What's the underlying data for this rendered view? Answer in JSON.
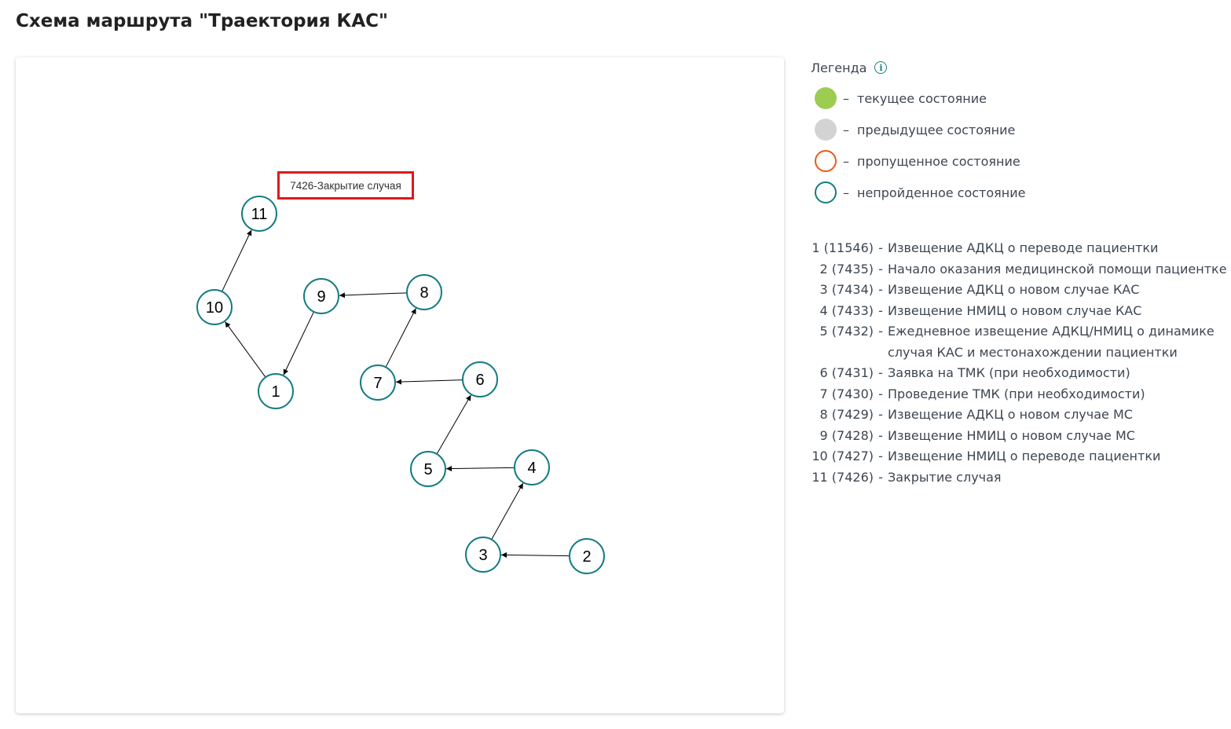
{
  "title": "Схема маршрута \"Траектория КАС\"",
  "tooltip": "7426-Закрытие случая",
  "legend": {
    "title": "Легенда",
    "states": [
      {
        "key": "current",
        "label": "текущее состояние",
        "color": "#9dcc52"
      },
      {
        "key": "previous",
        "label": "предыдущее состояние",
        "color": "#d3d3d3"
      },
      {
        "key": "skipped",
        "label": "пропущенное состояние",
        "color": "#ec5a17"
      },
      {
        "key": "pending",
        "label": "непройденное состояние",
        "color": "#147c82"
      }
    ]
  },
  "steps": [
    {
      "num": "1 (11546)",
      "text": "Извещение АДКЦ о переводе пациентки"
    },
    {
      "num": "2 (7435)",
      "text": "Начало оказания медицинской помощи пациентке"
    },
    {
      "num": "3 (7434)",
      "text": "Извещение АДКЦ о новом случае КАС"
    },
    {
      "num": "4 (7433)",
      "text": "Извещение НМИЦ о новом случае КАС"
    },
    {
      "num": "5 (7432)",
      "text": "Ежедневное извещение АДКЦ/НМИЦ о динамике случая КАС и местонахождении пациентки"
    },
    {
      "num": "6 (7431)",
      "text": "Заявка на ТМК (при необходимости)"
    },
    {
      "num": "7 (7430)",
      "text": "Проведение ТМК (при необходимости)"
    },
    {
      "num": "8 (7429)",
      "text": "Извещение АДКЦ о новом случае МС"
    },
    {
      "num": "9 (7428)",
      "text": "Извещение НМИЦ о новом случае МС"
    },
    {
      "num": "10 (7427)",
      "text": "Извещение НМИЦ о переводе пациентки"
    },
    {
      "num": "11 (7426)",
      "text": "Закрытие случая"
    }
  ],
  "graph": {
    "nodes": [
      {
        "id": "1",
        "label": "1",
        "state": "pending"
      },
      {
        "id": "2",
        "label": "2",
        "state": "pending"
      },
      {
        "id": "3",
        "label": "3",
        "state": "pending"
      },
      {
        "id": "4",
        "label": "4",
        "state": "pending"
      },
      {
        "id": "5",
        "label": "5",
        "state": "pending"
      },
      {
        "id": "6",
        "label": "6",
        "state": "pending"
      },
      {
        "id": "7",
        "label": "7",
        "state": "pending"
      },
      {
        "id": "8",
        "label": "8",
        "state": "pending"
      },
      {
        "id": "9",
        "label": "9",
        "state": "pending"
      },
      {
        "id": "10",
        "label": "10",
        "state": "pending"
      },
      {
        "id": "11",
        "label": "11",
        "state": "pending"
      }
    ],
    "edges": [
      {
        "from": "2",
        "to": "3"
      },
      {
        "from": "3",
        "to": "4"
      },
      {
        "from": "4",
        "to": "5"
      },
      {
        "from": "5",
        "to": "6"
      },
      {
        "from": "6",
        "to": "7"
      },
      {
        "from": "7",
        "to": "8"
      },
      {
        "from": "8",
        "to": "9"
      },
      {
        "from": "9",
        "to": "1"
      },
      {
        "from": "1",
        "to": "10"
      },
      {
        "from": "10",
        "to": "11"
      }
    ]
  }
}
